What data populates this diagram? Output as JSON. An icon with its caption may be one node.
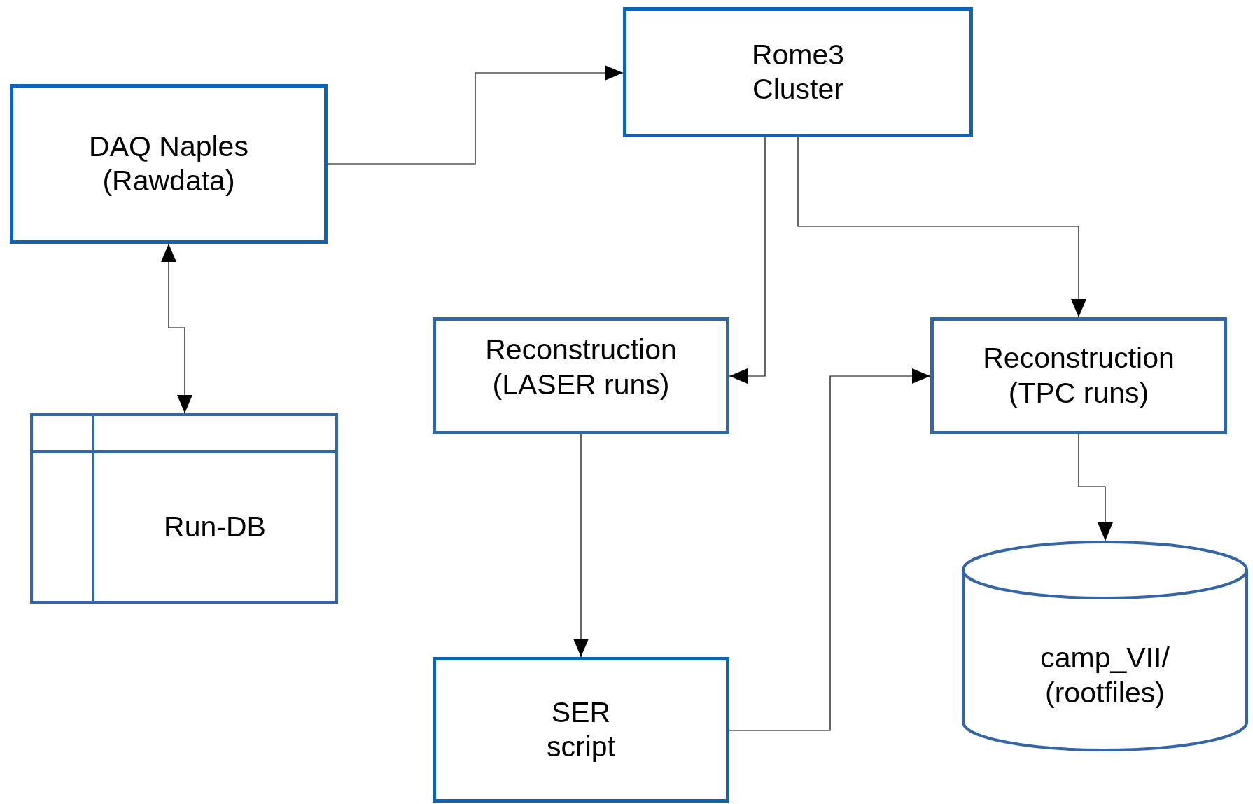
{
  "diagram": {
    "nodes": [
      {
        "text": [
          "DAQ Naples (Rawdata)"
        ]
      },
      {
        "text": [
          "Rome3 Cluster"
        ]
      },
      {
        "text": [
          "Reconstruction (LASER runs)"
        ]
      },
      {
        "text": [
          "Reconstruction (TPC runs)"
        ]
      },
      {
        "text": [
          "Run-DB"
        ]
      },
      {
        "text": [
          "SER script"
        ]
      },
      {
        "text": [
          "camp_VII/ (rootfiles)"
        ]
      }
    ],
    "edges": [
      {
        "from": 0,
        "to": 1,
        "arrow": "to"
      },
      {
        "from": 0,
        "to": 4,
        "arrow": "both"
      },
      {
        "from": 1,
        "to": 2,
        "arrow": "to"
      },
      {
        "from": 1,
        "to": 3,
        "arrow": "to"
      },
      {
        "from": 2,
        "to": 5,
        "arrow": "to"
      },
      {
        "from": 5,
        "to": 3,
        "arrow": "to"
      },
      {
        "from": 3,
        "to": 6,
        "arrow": "to"
      }
    ]
  }
}
